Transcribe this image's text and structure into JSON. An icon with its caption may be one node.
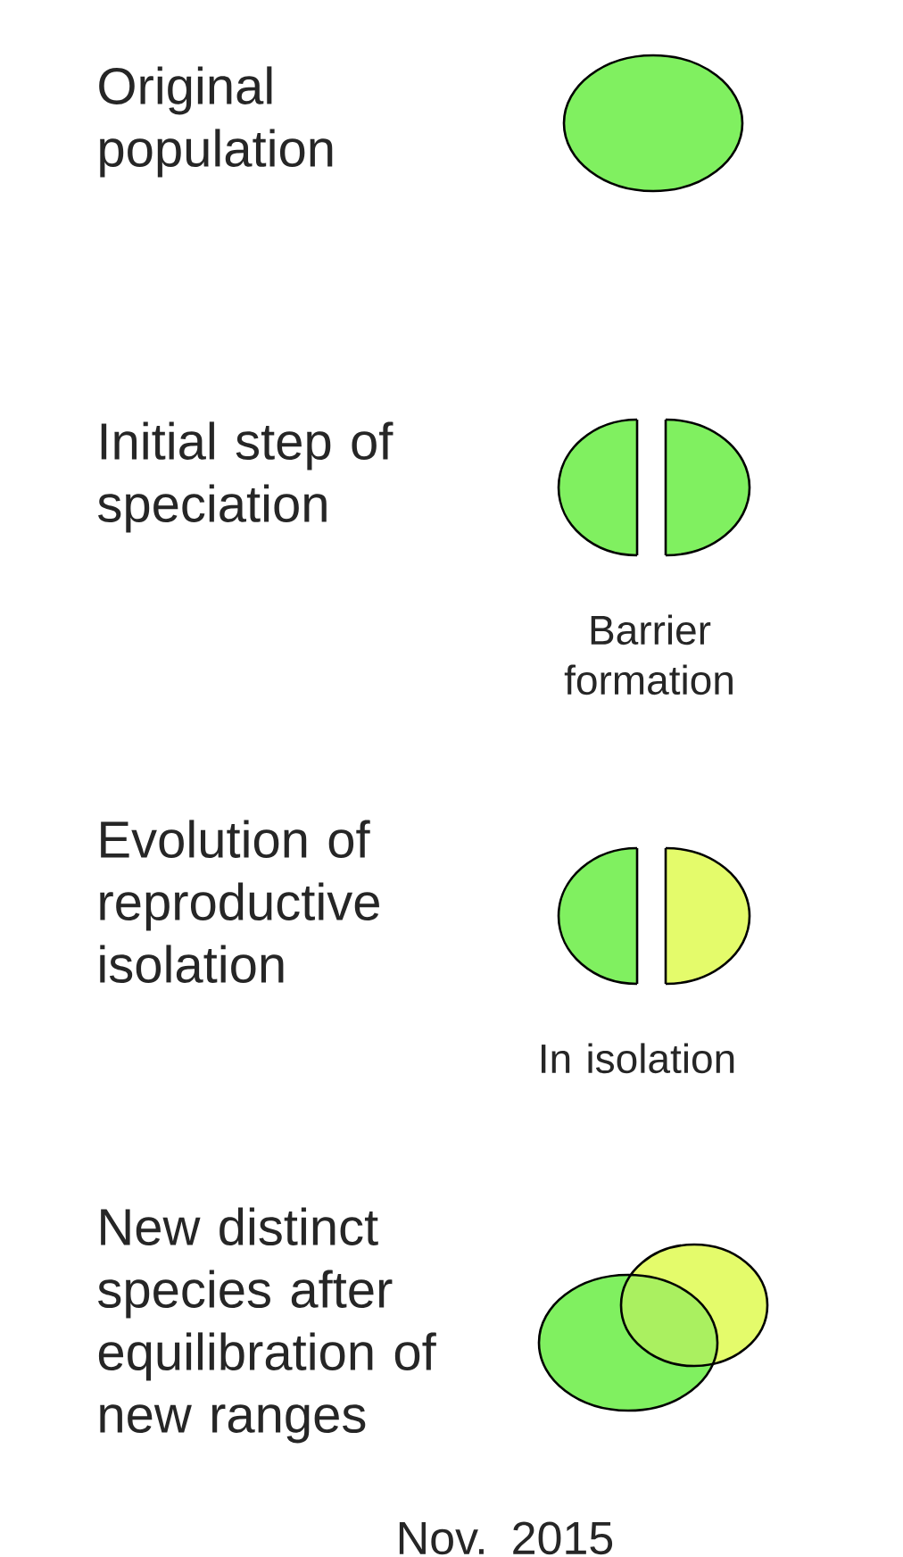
{
  "diagram": {
    "labels": [
      "Original population",
      "Initial step of speciation",
      "Barrier formation",
      "Evolution of reproductive isolation",
      "In isolation",
      "New distinct species after equilibration of new ranges",
      "Nov. 2015"
    ]
  }
}
